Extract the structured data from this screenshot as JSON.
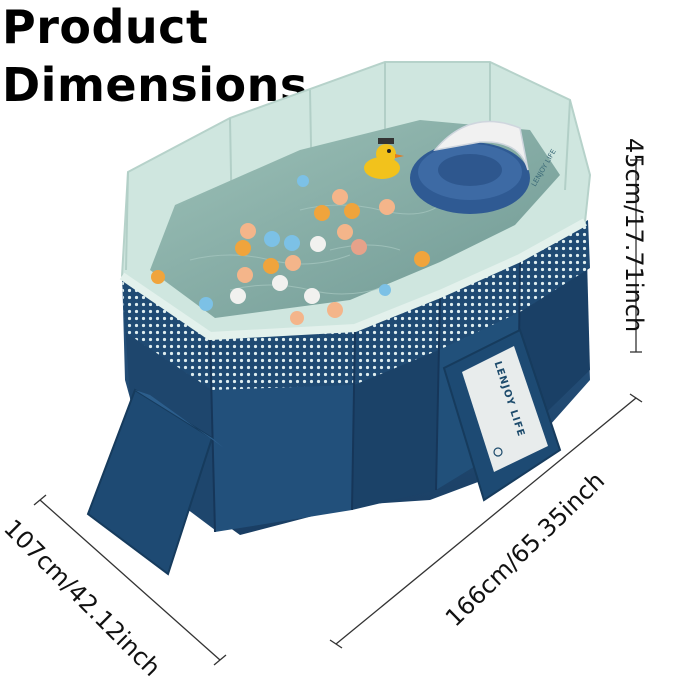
{
  "title": {
    "line1": "Product",
    "line2": "Dimensions"
  },
  "dimensions": {
    "height": "45cm/17.71inch",
    "length": "166cm/65.35inch",
    "width": "107cm/42.12inch"
  },
  "brand": {
    "tag": "LENJOY LIFE",
    "mini": "LENJOY LIFE"
  },
  "colors": {
    "pool_navy": "#1f4a73",
    "pool_navy_dark": "#173a5c",
    "rim_mint": "#cfe6df",
    "water": "#7fa7a1",
    "float_blue": "#2f5a93"
  }
}
